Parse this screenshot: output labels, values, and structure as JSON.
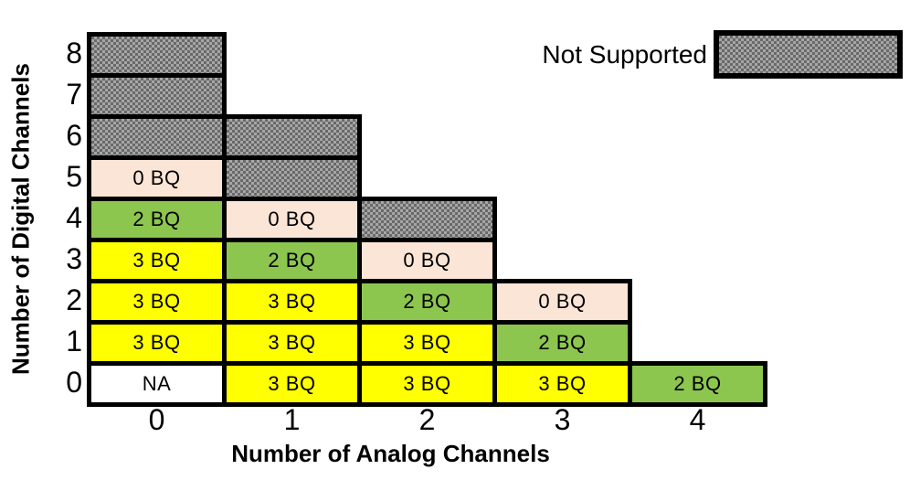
{
  "chart_data": {
    "type": "heatmap",
    "title": "",
    "xlabel": "Number of Analog Channels",
    "ylabel": "Number of Digital Channels",
    "x_ticks": [
      "0",
      "1",
      "2",
      "3",
      "4"
    ],
    "y_ticks": [
      "8",
      "7",
      "6",
      "5",
      "4",
      "3",
      "2",
      "1",
      "0"
    ],
    "x_range": [
      0,
      4
    ],
    "y_range": [
      0,
      8
    ],
    "grid": "off",
    "legend": {
      "label": "Not Supported",
      "swatch": "gray-hatch",
      "position": "top-right"
    },
    "statuses": {
      "ns": {
        "meaning": "Not Supported",
        "fill": "gray-hatch"
      },
      "bq0": {
        "meaning": "0 BQ",
        "fill": "#FBE5D6"
      },
      "bq2": {
        "meaning": "2 BQ",
        "fill": "#8CC64F"
      },
      "bq3": {
        "meaning": "3 BQ",
        "fill": "#FFFF00"
      },
      "na": {
        "meaning": "NA",
        "fill": "#FFFFFF"
      }
    },
    "colors": {
      "border": "#000000",
      "hatch_light": "#A6A6A6",
      "hatch_dark": "#696969",
      "background": "#FFFFFF"
    },
    "cells": [
      {
        "analog": 0,
        "digital": 8,
        "label": "",
        "status": "ns"
      },
      {
        "analog": 0,
        "digital": 7,
        "label": "",
        "status": "ns"
      },
      {
        "analog": 0,
        "digital": 6,
        "label": "",
        "status": "ns"
      },
      {
        "analog": 0,
        "digital": 5,
        "label": "0 BQ",
        "status": "bq0"
      },
      {
        "analog": 0,
        "digital": 4,
        "label": "2 BQ",
        "status": "bq2"
      },
      {
        "analog": 0,
        "digital": 3,
        "label": "3 BQ",
        "status": "bq3"
      },
      {
        "analog": 0,
        "digital": 2,
        "label": "3 BQ",
        "status": "bq3"
      },
      {
        "analog": 0,
        "digital": 1,
        "label": "3 BQ",
        "status": "bq3"
      },
      {
        "analog": 0,
        "digital": 0,
        "label": "NA",
        "status": "na"
      },
      {
        "analog": 1,
        "digital": 6,
        "label": "",
        "status": "ns"
      },
      {
        "analog": 1,
        "digital": 5,
        "label": "",
        "status": "ns"
      },
      {
        "analog": 1,
        "digital": 4,
        "label": "0 BQ",
        "status": "bq0"
      },
      {
        "analog": 1,
        "digital": 3,
        "label": "2 BQ",
        "status": "bq2"
      },
      {
        "analog": 1,
        "digital": 2,
        "label": "3 BQ",
        "status": "bq3"
      },
      {
        "analog": 1,
        "digital": 1,
        "label": "3 BQ",
        "status": "bq3"
      },
      {
        "analog": 1,
        "digital": 0,
        "label": "3 BQ",
        "status": "bq3"
      },
      {
        "analog": 2,
        "digital": 4,
        "label": "",
        "status": "ns"
      },
      {
        "analog": 2,
        "digital": 3,
        "label": "0 BQ",
        "status": "bq0"
      },
      {
        "analog": 2,
        "digital": 2,
        "label": "2 BQ",
        "status": "bq2"
      },
      {
        "analog": 2,
        "digital": 1,
        "label": "3 BQ",
        "status": "bq3"
      },
      {
        "analog": 2,
        "digital": 0,
        "label": "3 BQ",
        "status": "bq3"
      },
      {
        "analog": 3,
        "digital": 2,
        "label": "0 BQ",
        "status": "bq0"
      },
      {
        "analog": 3,
        "digital": 1,
        "label": "2 BQ",
        "status": "bq2"
      },
      {
        "analog": 3,
        "digital": 0,
        "label": "3 BQ",
        "status": "bq3"
      },
      {
        "analog": 4,
        "digital": 0,
        "label": "2 BQ",
        "status": "bq2"
      }
    ]
  }
}
